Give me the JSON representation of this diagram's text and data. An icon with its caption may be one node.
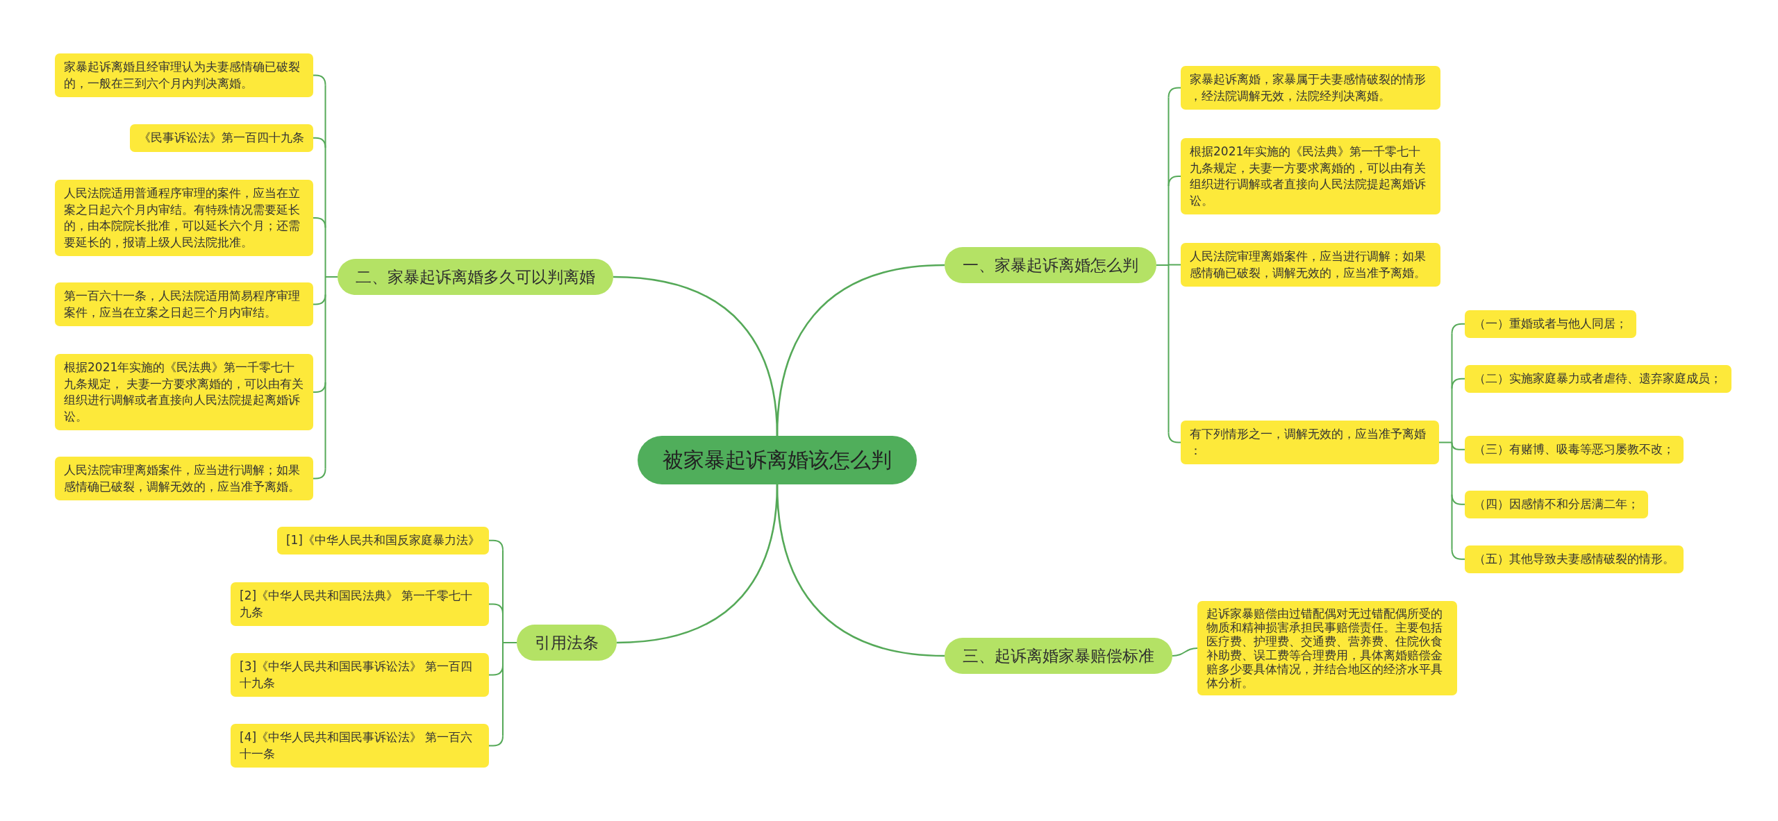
{
  "diagram": {
    "nodes": [
      {
        "text": [
          "被家暴起诉离婚该怎么判"
        ]
      },
      {
        "text": [
          "二、家暴起诉离婚多久可以判离婚"
        ]
      },
      {
        "text": [
          "家暴起诉离婚且经审理认为夫妻感情确已破裂的，一般在三到六个月内判决离婚。"
        ]
      },
      {
        "text": [
          "《民事诉讼法》第一百四十九条"
        ]
      },
      {
        "text": [
          "人民法院适用普通程序审理的案件，应当在立案之日起六个月内审结。有特殊情况需要延长的，由本院院长批准，可以延长六个月；还需要延长的，报请上级人民法院批准。"
        ]
      },
      {
        "text": [
          "第一百六十一条，人民法院适用简易程序审理案件，应当在立案之日起三个月内审结。"
        ]
      },
      {
        "text": [
          "根据2021年实施的《民法典》第一千零七十九条规定， 夫妻一方要求离婚的，可以由有关组织进行调解或者直接向人民法院提起离婚诉讼。"
        ]
      },
      {
        "text": [
          "人民法院审理离婚案件，应当进行调解；如果感情确已破裂，调解无效的，应当准予离婚。"
        ]
      },
      {
        "text": [
          "引用法条"
        ]
      },
      {
        "text": [
          "[1]《中华人民共和国反家庭暴力法》"
        ]
      },
      {
        "text": [
          "[2]《中华人民共和国民法典》 第一千零七十九条"
        ]
      },
      {
        "text": [
          "[3]《中华人民共和国民事诉讼法》 第一百四十九条"
        ]
      },
      {
        "text": [
          "[4]《中华人民共和国民事诉讼法》 第一百六十一条"
        ]
      },
      {
        "text": [
          "一、家暴起诉离婚怎么判"
        ]
      },
      {
        "text": [
          "家暴起诉离婚，家暴属于夫妻感情破裂的情形，经法院调解无效，法院经判决离婚。"
        ]
      },
      {
        "text": [
          "根据2021年实施的《民法典》第一千零七十九条规定，夫妻一方要求离婚的，可以由有关组织进行调解或者直接向人民法院提起离婚诉讼。"
        ]
      },
      {
        "text": [
          "人民法院审理离婚案件，应当进行调解；如果感情确已破裂，调解无效的，应当准予离婚。"
        ]
      },
      {
        "text": [
          "有下列情形之一，调解无效的，应当准予离婚："
        ]
      },
      {
        "text": [
          "（一）重婚或者与他人同居；"
        ]
      },
      {
        "text": [
          "（二）实施家庭暴力或者虐待、遗弃家庭成员；"
        ]
      },
      {
        "text": [
          "（三）有赌博、吸毒等恶习屡教不改；"
        ]
      },
      {
        "text": [
          "（四）因感情不和分居满二年；"
        ]
      },
      {
        "text": [
          "（五）其他导致夫妻感情破裂的情形。"
        ]
      },
      {
        "text": [
          "三、起诉离婚家暴赔偿标准"
        ]
      },
      {
        "text": [
          "起诉家暴赔偿由过错配偶对无过错配偶所受的物质和精神损害承担民事赔偿责任。主要包括医疗费、护理费、交通费、营养费、住院伙食补助费、误工费等合理费用，具体离婚赔偿金赔多少要具体情况，并结合地区的经济水平具体分析。"
        ]
      }
    ],
    "edges": [
      {
        "from": 0,
        "to": 1,
        "arrow": "none"
      },
      {
        "from": 0,
        "to": 8,
        "arrow": "none"
      },
      {
        "from": 0,
        "to": 13,
        "arrow": "none"
      },
      {
        "from": 0,
        "to": 23,
        "arrow": "none"
      },
      {
        "from": 1,
        "to": 2,
        "arrow": "none"
      },
      {
        "from": 1,
        "to": 3,
        "arrow": "none"
      },
      {
        "from": 1,
        "to": 4,
        "arrow": "none"
      },
      {
        "from": 1,
        "to": 5,
        "arrow": "none"
      },
      {
        "from": 1,
        "to": 6,
        "arrow": "none"
      },
      {
        "from": 1,
        "to": 7,
        "arrow": "none"
      },
      {
        "from": 8,
        "to": 9,
        "arrow": "none"
      },
      {
        "from": 8,
        "to": 10,
        "arrow": "none"
      },
      {
        "from": 8,
        "to": 11,
        "arrow": "none"
      },
      {
        "from": 8,
        "to": 12,
        "arrow": "none"
      },
      {
        "from": 13,
        "to": 14,
        "arrow": "none"
      },
      {
        "from": 13,
        "to": 15,
        "arrow": "none"
      },
      {
        "from": 13,
        "to": 16,
        "arrow": "none"
      },
      {
        "from": 13,
        "to": 17,
        "arrow": "none"
      },
      {
        "from": 17,
        "to": 18,
        "arrow": "none"
      },
      {
        "from": 17,
        "to": 19,
        "arrow": "none"
      },
      {
        "from": 17,
        "to": 20,
        "arrow": "none"
      },
      {
        "from": 17,
        "to": 21,
        "arrow": "none"
      },
      {
        "from": 17,
        "to": 22,
        "arrow": "none"
      },
      {
        "from": 23,
        "to": 24,
        "arrow": "none"
      }
    ]
  }
}
